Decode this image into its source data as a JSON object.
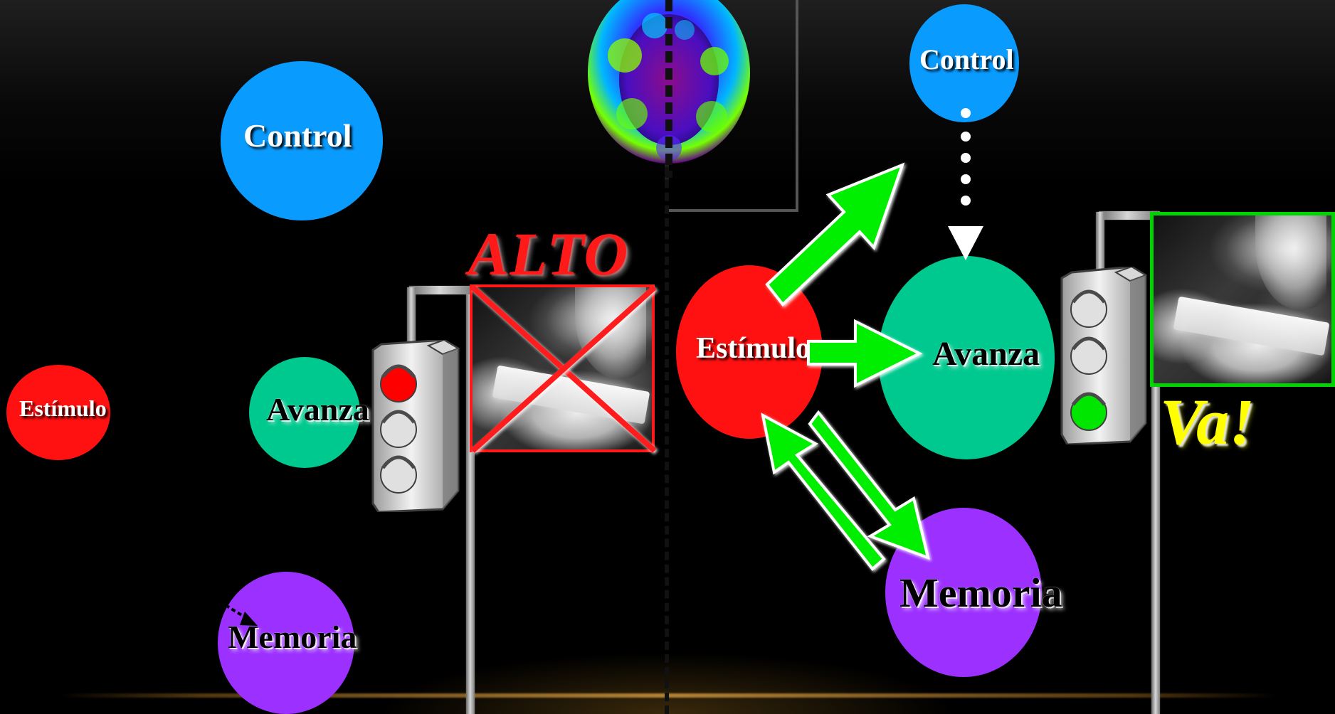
{
  "left_diagram": {
    "stimulus_label": "Estímulo",
    "advance_label": "Avanza",
    "control_label": "Control",
    "memory_label": "Memoria",
    "stop_label": "ALTO"
  },
  "right_diagram": {
    "stimulus_label": "Estímulo",
    "advance_label": "Avanza",
    "control_label": "Control",
    "memory_label": "Memoria",
    "go_label": "Va!"
  },
  "colors": {
    "control": "#0099ff",
    "advance": "#00c98f",
    "stimulus": "#ff1111",
    "memory": "#9b30ff",
    "arrow": "#00f000",
    "stop": "#ff1a1a",
    "go": "#ffff00"
  },
  "icons": {
    "brain_scan": "brain-scan-icon",
    "traffic_light_left": "traffic-light-icon",
    "traffic_light_right": "traffic-light-icon",
    "photo_left": "snorting-photo-icon",
    "photo_right": "snorting-photo-icon"
  }
}
